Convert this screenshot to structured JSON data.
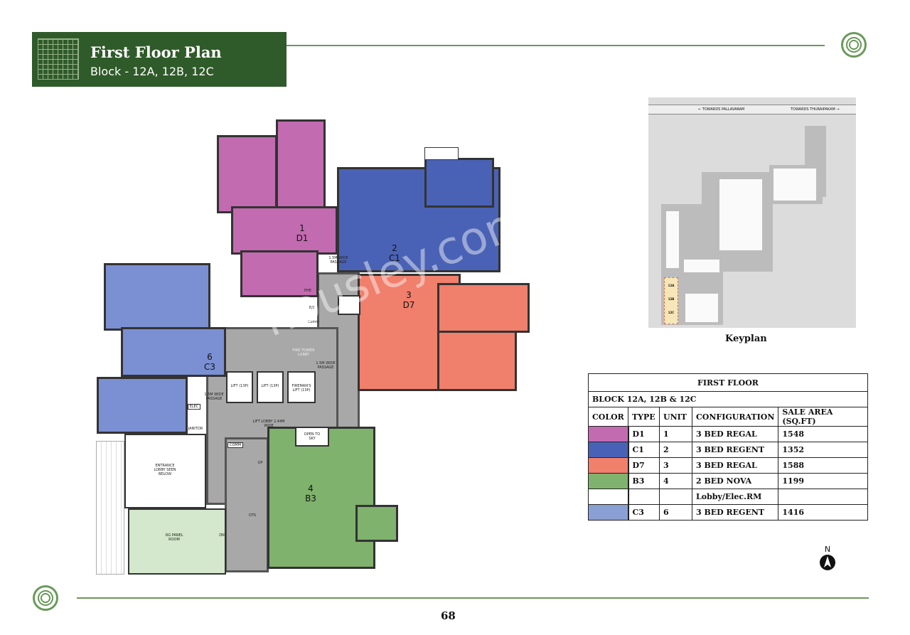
{
  "header": {
    "title": "First Floor Plan",
    "subtitle": "Block - 12A, 12B, 12C"
  },
  "page_number": "68",
  "watermark": "housley.com",
  "plan": {
    "units": [
      {
        "unit": "1",
        "type": "D1",
        "color": "#c26bb0"
      },
      {
        "unit": "2",
        "type": "C1",
        "color": "#4a62b5"
      },
      {
        "unit": "3",
        "type": "D7",
        "color": "#f07f6c"
      },
      {
        "unit": "4",
        "type": "B3",
        "color": "#7fb26d"
      },
      {
        "unit": "6",
        "type": "C3",
        "color": "#7b8fd3"
      }
    ],
    "labels": {
      "passage_top": "1.5M WIDE PASSAGE",
      "passage_mid": "1.5M WIDE PASSAGE",
      "passage_left": "1.5M WIDE PASSAGE",
      "lift1": "LIFT (13P)",
      "lift2": "LIFT (13P)",
      "fireman_lift": "FIREMAN'S LIFT (13P)",
      "lift_lobby": "LIFT LOBBY 2.44M WIDE",
      "fire_tower_lobby": "FIRE TOWER LOBBY",
      "entrance_lobby": "ENTRANCE LOBBY SEEN BELOW",
      "dg_panel": "DG PANEL ROOM",
      "comm": "COMM",
      "ots": "OTS",
      "open_to_sky": "OPEN TO SKY",
      "elec": "ELEC",
      "janitor": "JANITOR",
      "phe": "PHE",
      "ee": "E/E",
      "comm_small": "Comm",
      "dn": "DN",
      "up": "UP"
    }
  },
  "keyplan": {
    "label": "Keyplan",
    "road_left": "← TOWARDS PALLAVARAM",
    "road_right": "TOWARDS THURAIPAKAM →",
    "blocks": [
      "12A",
      "12B",
      "12C"
    ],
    "highlight_color": "#f7e7b8"
  },
  "table": {
    "title": "FIRST FLOOR",
    "block": "BLOCK 12A, 12B & 12C",
    "headers": [
      "COLOR",
      "TYPE",
      "UNIT",
      "CONFIGURATION",
      "SALE AREA (SQ.FT)"
    ],
    "rows": [
      {
        "color": "#c26bb0",
        "type": "D1",
        "unit": "1",
        "configuration": "3 BED REGAL",
        "area": "1548"
      },
      {
        "color": "#4a62b5",
        "type": "C1",
        "unit": "2",
        "configuration": "3 BED REGENT",
        "area": "1352"
      },
      {
        "color": "#f07f6c",
        "type": "D7",
        "unit": "3",
        "configuration": "3 BED REGAL",
        "area": "1588"
      },
      {
        "color": "#7fb26d",
        "type": "B3",
        "unit": "4",
        "configuration": "2 BED NOVA",
        "area": "1199"
      },
      {
        "color": "#ffffff",
        "type": "",
        "unit": "",
        "configuration": "Lobby/Elec.RM",
        "area": ""
      },
      {
        "color": "#8a9fd4",
        "type": "C3",
        "unit": "6",
        "configuration": "3 BED REGENT",
        "area": "1416"
      }
    ]
  },
  "north": "N"
}
